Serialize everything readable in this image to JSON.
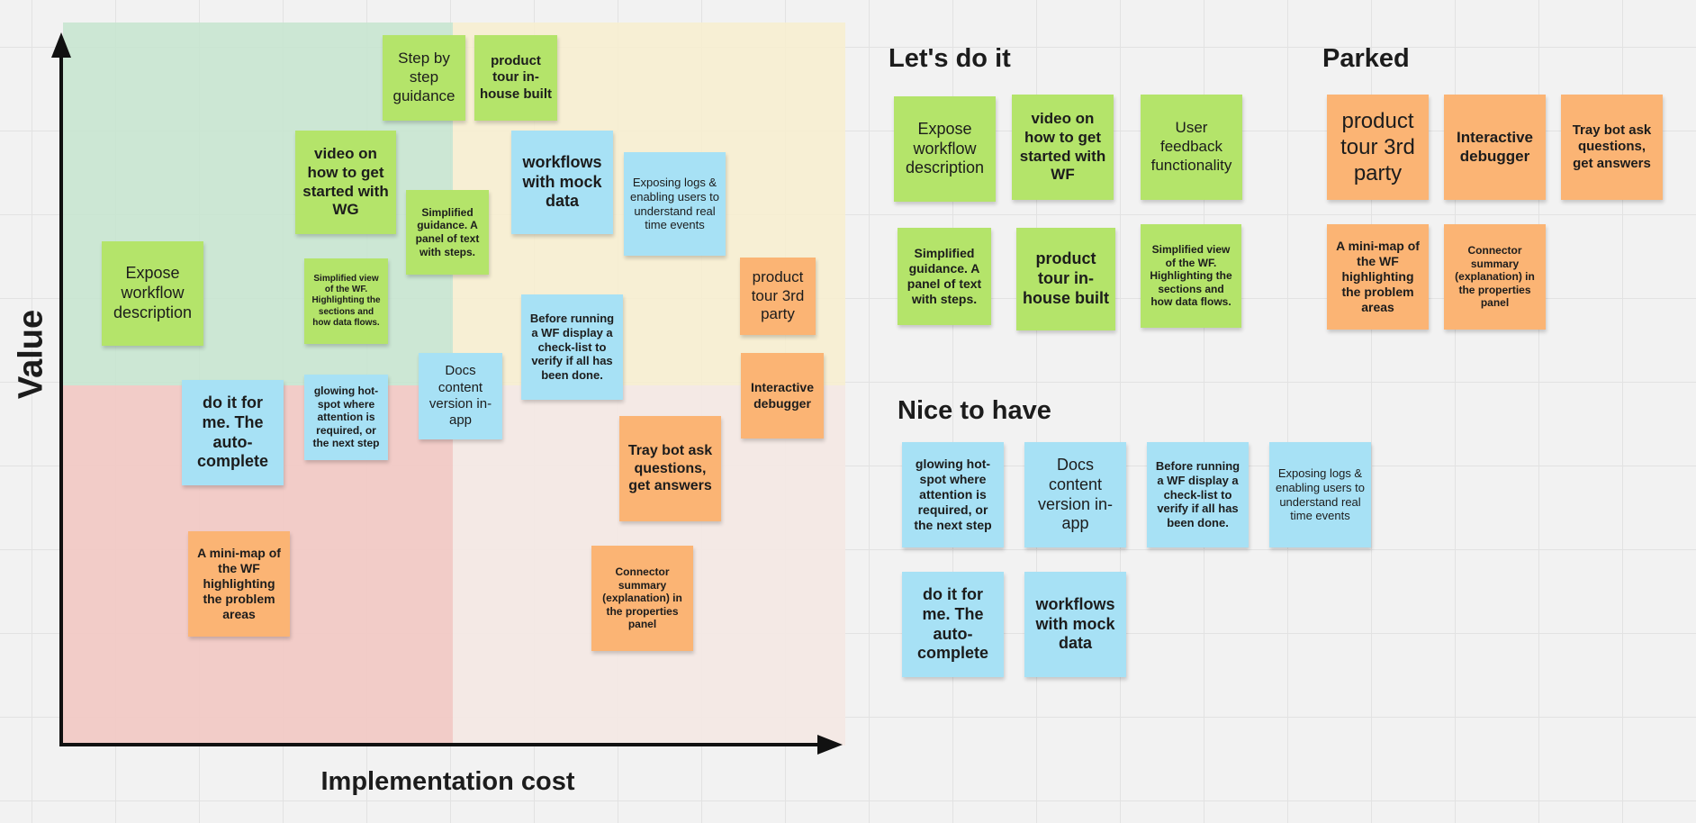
{
  "colors": {
    "green": "#b4e46a",
    "blue": "#a7e1f5",
    "orange": "#fbb474",
    "quadrant_high_value_low_cost": "#c6e5cf",
    "quadrant_high_value_high_cost": "#f8efcf",
    "quadrant_low_value_low_cost": "#f1c9c5",
    "quadrant_low_value_high_cost": "#f3e8e4"
  },
  "matrix": {
    "x_axis_label": "Implementation cost",
    "y_axis_label": "Value"
  },
  "notes": {
    "step_by_step": "Step by step guidance",
    "product_tour_inhouse": "product tour in-house built",
    "video": "video on how to get started with WG",
    "workflows_mock": "workflows with mock data",
    "exposing_logs": "Exposing logs & enabling users to understand real time events",
    "simplified_guidance": "Simplified guidance. A panel of text with steps.",
    "expose_workflow": "Expose workflow description",
    "simplified_view": "Simplified view of the WF. Highlighting the sections and how data flows.",
    "product_tour_3rd": "product tour 3rd party",
    "before_running": "Before running a WF display a check-list to verify if all has been done.",
    "docs_content": "Docs content version in-app",
    "glowing_hotspot": "glowing hot-spot where attention is required, or the next step",
    "do_it_for_me": "do it for me. The auto-complete",
    "interactive_debugger": "Interactive debugger",
    "tray_bot": "Tray bot ask questions, get answers",
    "mini_map": "A mini-map of the WF highlighting the problem areas",
    "connector_summary": "Connector summary (explanation) in the properties panel"
  },
  "lets_do_it": {
    "title": "Let's do it",
    "notes": {
      "expose_workflow": "Expose workflow description",
      "video": "video on how to get started with WF",
      "user_feedback": "User feedback functionality",
      "simplified_guidance": "Simplified guidance. A panel of text with steps.",
      "product_tour_inhouse": "product tour in-house built",
      "simplified_view": "Simplified view of the WF. Highlighting the sections and how data flows."
    }
  },
  "parked": {
    "title": "Parked",
    "notes": {
      "product_tour_3rd": "product tour 3rd party",
      "interactive_debugger": "Interactive debugger",
      "tray_bot": "Tray bot ask questions, get answers",
      "mini_map": "A mini-map of the WF highlighting the problem areas",
      "connector_summary": "Connector summary (explanation) in the properties panel"
    }
  },
  "nice_to_have": {
    "title": "Nice to have",
    "notes": {
      "glowing_hotspot": "glowing hot-spot where attention is required, or the next step",
      "docs_content": "Docs content version in-app",
      "before_running": "Before running a WF display a check-list to verify if all has been done.",
      "exposing_logs": "Exposing logs & enabling users to understand real time events",
      "do_it_for_me": "do it for me. The auto-complete",
      "workflows_mock": "workflows with mock data"
    }
  }
}
